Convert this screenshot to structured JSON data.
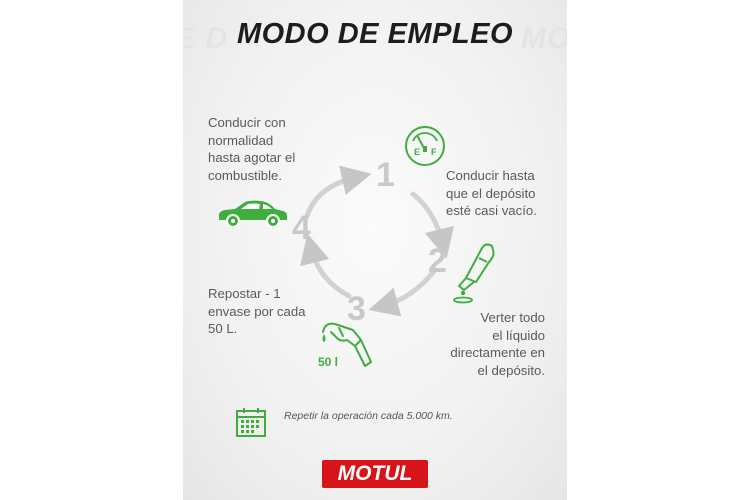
{
  "header": {
    "title": "MODO DE EMPLEO"
  },
  "steps": [
    {
      "number": "1",
      "lines": [
        "Conducir hasta",
        "que el depósito",
        "esté casi vacío."
      ]
    },
    {
      "number": "2",
      "lines": [
        "Verter todo",
        "el líquido",
        "directamente en",
        "el depósito."
      ]
    },
    {
      "number": "3",
      "lines": [
        "Repostar - 1",
        "envase por cada",
        "50 L."
      ]
    },
    {
      "number": "4",
      "lines": [
        "Conducir con",
        "normalidad",
        "hasta agotar el",
        "combustible."
      ]
    }
  ],
  "icons": {
    "fuel_gauge": {
      "name": "fuel-gauge-icon",
      "label_e": "E",
      "label_f": "F"
    },
    "bottle": {
      "name": "bottle-icon"
    },
    "pump": {
      "name": "fuel-nozzle-icon",
      "label": "50 l"
    },
    "car": {
      "name": "car-icon"
    },
    "calendar": {
      "name": "calendar-icon"
    }
  },
  "footer": {
    "repeat_text": "Repetir la operación cada 5.000 km.",
    "brand": "MOTUL"
  },
  "colors": {
    "accent_green": "#3fae3f",
    "brand_red": "#d7141a",
    "arrow_gray": "#cfcfcf"
  }
}
